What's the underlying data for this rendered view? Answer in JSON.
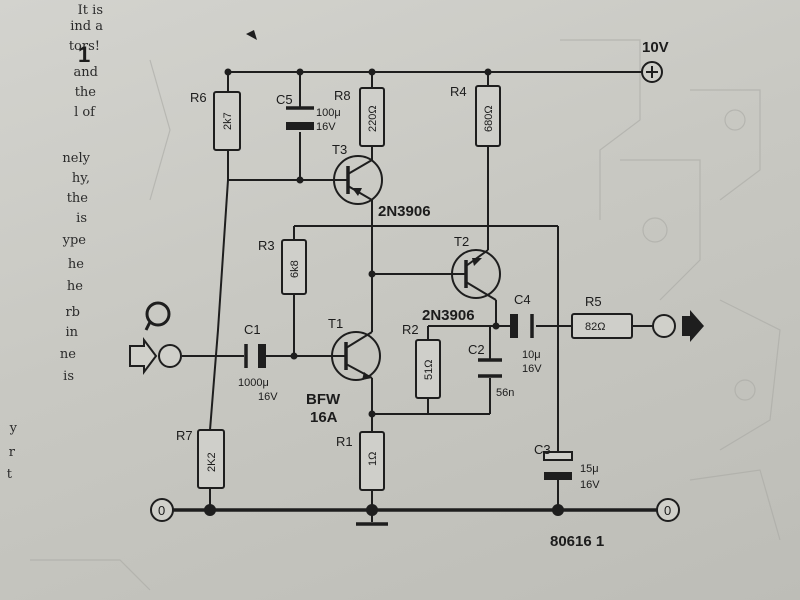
{
  "figure_number": "1",
  "side_text_lines": [
    "It is",
    "ind a",
    "tors!",
    "and",
    "the",
    "l of",
    "nely",
    "hy,",
    "the",
    "is",
    "ype",
    "he",
    "he",
    "rb",
    "in",
    "ne",
    "is",
    "y",
    "r",
    "t"
  ],
  "supply": "10V",
  "components": {
    "r6": {
      "ref": "R6",
      "value": "2k7"
    },
    "r7": {
      "ref": "R7",
      "value": "2K2"
    },
    "r8": {
      "ref": "R8",
      "value": "220Ω"
    },
    "r4": {
      "ref": "R4",
      "value": "680Ω"
    },
    "r3": {
      "ref": "R3",
      "value": "6k8"
    },
    "r2": {
      "ref": "R2",
      "value": "51Ω"
    },
    "r1": {
      "ref": "R1",
      "value": "1Ω"
    },
    "r5": {
      "ref": "R5",
      "value": "82Ω"
    },
    "c5": {
      "ref": "C5",
      "value1": "100μ",
      "value2": "16V"
    },
    "c1": {
      "ref": "C1",
      "value1": "1000μ",
      "value2": "16V"
    },
    "c2": {
      "ref": "C2",
      "value": "56n"
    },
    "c4": {
      "ref": "C4",
      "value1": "10μ",
      "value2": "16V"
    },
    "c3": {
      "ref": "C3",
      "value1": "15μ",
      "value2": "16V"
    },
    "t1": {
      "ref": "T1",
      "type1": "BFW",
      "type2": "16A"
    },
    "t2": {
      "ref": "T2",
      "type": "2N3906"
    },
    "t3": {
      "ref": "T3",
      "type": "2N3906"
    }
  },
  "ground_left": "0",
  "ground_right": "0",
  "code": "80616 1"
}
